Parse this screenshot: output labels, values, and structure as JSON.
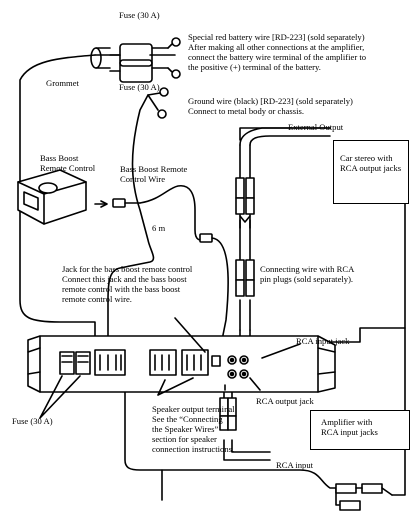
{
  "labels": {
    "fuse_top": "Fuse (30 A)",
    "fuse_mid": "Fuse (30 A)",
    "grommet": "Grommet",
    "battery_wire": "Special red battery wire [RD-223] (sold separately)\nAfter making all other connections at the amplifier,\nconnect the battery wire terminal of the amplifier to\nthe positive (+) terminal of the battery.",
    "ground_wire": "Ground wire (black) [RD-223] (sold separately)\nConnect to metal body or chassis.",
    "external_output": "External Output",
    "car_stereo": "Car stereo with\nRCA output jacks",
    "bass_boost_remote": "Bass Boost\nRemote Control",
    "bass_boost_wire": "Bass Boost Remote\nControl Wire",
    "length": "6 m",
    "connecting_wire": "Connecting wire with RCA\npin plugs (sold separately).",
    "jack_text": "Jack for the bass boost remote control\nConnect this jack and the bass boost\nremote control with the bass boost\nremote control wire.",
    "rca_input_jack": "RCA input jack",
    "rca_output_jack": "RCA output jack",
    "speaker_output": "Speaker output terminal\nSee the “Connecting\nthe Speaker Wires”\nsection for speaker\nconnection instructions.",
    "fuse_bottom": "Fuse (30 A)",
    "amplifier": "Amplifier with\nRCA input jacks",
    "rca_input": "RCA input"
  }
}
